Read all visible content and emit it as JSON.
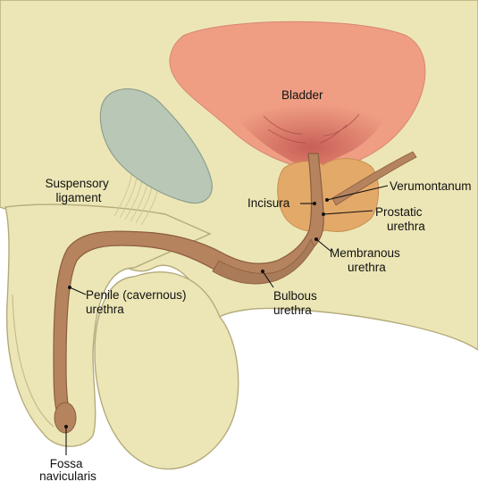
{
  "labels": {
    "bladder": "Bladder",
    "suspensory_ligament": [
      "Suspensory",
      "ligament"
    ],
    "incisura": "Incisura",
    "verumontanum": "Verumontanum",
    "prostatic_urethra": [
      "Prostatic",
      "urethra"
    ],
    "membranous_urethra": [
      "Membranous",
      "urethra"
    ],
    "penile_urethra": [
      "Penile (cavernous)",
      "urethra"
    ],
    "bulbous_urethra": [
      "Bulbous",
      "urethra"
    ],
    "fossa_navicularis": [
      "Fossa",
      "navicularis"
    ]
  },
  "colors": {
    "skin": "#ece6b6",
    "skin_outline": "#b4ab7a",
    "bladder": "#ef9e84",
    "bladder_dark": "#c95f57",
    "bone": "#b9c8b6",
    "prostate": "#e3a969",
    "urethra": "#b5845f",
    "urethra_dark": "#8c5d3e"
  }
}
